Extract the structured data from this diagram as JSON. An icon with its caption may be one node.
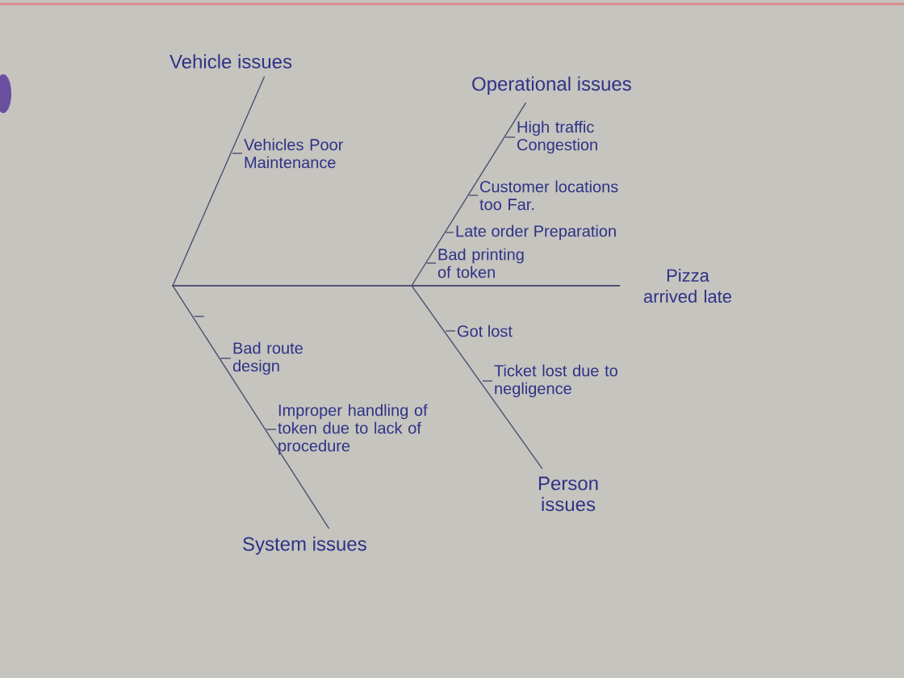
{
  "diagram": {
    "nodes": [
      {
        "text": [
          "Vehicle issues"
        ]
      },
      {
        "text": [
          "Vehicles Poor Maintenance"
        ]
      },
      {
        "text": [
          "Operational issues"
        ]
      },
      {
        "text": [
          "High traffic Congestion"
        ]
      },
      {
        "text": [
          "Customer locations too Far."
        ]
      },
      {
        "text": [
          "Late order Preparation"
        ]
      },
      {
        "text": [
          "Bad printing of token"
        ]
      },
      {
        "text": [
          "Pizza arrived late"
        ]
      },
      {
        "text": [
          "Bad route design"
        ]
      },
      {
        "text": [
          "Improper handling of token due to lack of procedure"
        ]
      },
      {
        "text": [
          "Got lost"
        ]
      },
      {
        "text": [
          "Ticket lost due to negligence"
        ]
      },
      {
        "text": [
          "Person issues"
        ]
      },
      {
        "text": [
          "System issues"
        ]
      }
    ],
    "edges": [
      {
        "from": 0,
        "to": 7,
        "arrow": "none"
      },
      {
        "from": 2,
        "to": 7,
        "arrow": "none"
      },
      {
        "from": 13,
        "to": 7,
        "arrow": "none"
      },
      {
        "from": 12,
        "to": 7,
        "arrow": "none"
      },
      {
        "from": 1,
        "to": null,
        "arrow": "none"
      },
      {
        "from": 3,
        "to": null,
        "arrow": "none"
      },
      {
        "from": 4,
        "to": null,
        "arrow": "none"
      },
      {
        "from": 5,
        "to": null,
        "arrow": "none"
      },
      {
        "from": 6,
        "to": null,
        "arrow": "none"
      },
      {
        "from": 8,
        "to": null,
        "arrow": "none"
      },
      {
        "from": 9,
        "to": null,
        "arrow": "none"
      },
      {
        "from": 10,
        "to": null,
        "arrow": "none"
      },
      {
        "from": 11,
        "to": null,
        "arrow": "none"
      }
    ]
  }
}
